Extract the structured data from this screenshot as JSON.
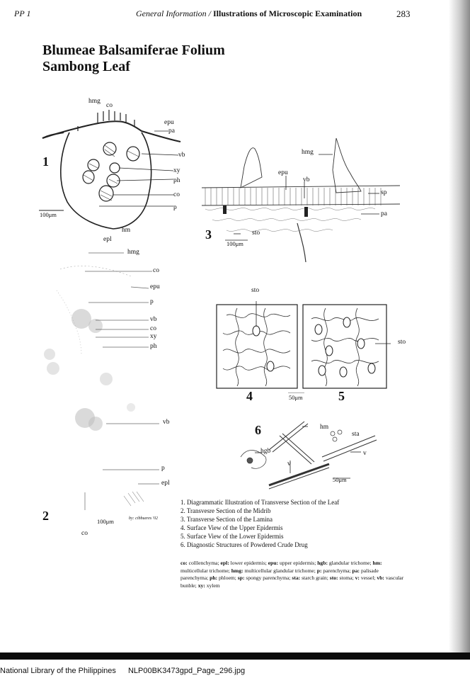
{
  "header": {
    "left": "PP 1",
    "section": "General Information /",
    "title": "Illustrations of Microscopic Examination",
    "page_number": "283"
  },
  "title_lines": [
    "Blumeae Balsamiferae Folium",
    "Sambong Leaf"
  ],
  "figure_numbers": [
    "1",
    "2",
    "3",
    "4",
    "5",
    "6"
  ],
  "fig1_labels": {
    "hmg": "hmg",
    "co": "co",
    "epu": "epu",
    "pa": "pa",
    "vb": "vb",
    "xy": "xy",
    "ph": "ph",
    "co2": "co",
    "p": "p",
    "hm": "hm",
    "epl": "epl"
  },
  "fig2_labels": {
    "hmg": "hmg",
    "co": "co",
    "epu": "epu",
    "p": "p",
    "vb": "vb",
    "co2": "co",
    "xy": "xy",
    "ph": "ph",
    "vb2": "vb",
    "p2": "p",
    "epl": "epl",
    "co3": "co"
  },
  "fig3_labels": {
    "hmg": "hmg",
    "epu": "epu",
    "vb": "vb",
    "sp": "sp",
    "pa": "pa",
    "sto": "sto"
  },
  "fig45_labels": {
    "sto_top": "sto",
    "sto_right": "sto"
  },
  "fig6_labels": {
    "hm": "hm",
    "sta": "sta",
    "hgb": "hgb",
    "v1": "v",
    "v2": "v"
  },
  "scales": {
    "fig1": "100μm",
    "fig2": "100μm",
    "fig3": "100μm",
    "fig45": "50μm",
    "fig6": "50μm"
  },
  "signature": "by: cibbueres '02",
  "captions": [
    "1. Diagrammatic Illustration of Transverse Section of the Leaf",
    "2. Transvesre Section of the Midrib",
    "3. Transverse Section of the Lamina",
    "4. Surface View of the Upper Epidermis",
    "5. Surface View of the Lower Epidermis",
    "6. Diagnostic Structures of Powdered Crude Drug"
  ],
  "legend": [
    {
      "abbr": "co:",
      "text": " colllenchyma; "
    },
    {
      "abbr": "epl:",
      "text": " lower epidermis; "
    },
    {
      "abbr": "epu:",
      "text": " upper epidermis; "
    },
    {
      "abbr": "hgb:",
      "text": " glandular trichome; "
    },
    {
      "abbr": "hm:",
      "text": " multicellular trichome; "
    },
    {
      "abbr": "hmg:",
      "text": " multicellular glandular trichome; "
    },
    {
      "abbr": "p:",
      "text": " parenchyma; "
    },
    {
      "abbr": "pa:",
      "text": " palisade parenchyma; "
    },
    {
      "abbr": "ph:",
      "text": " phloem; "
    },
    {
      "abbr": "sp:",
      "text": " spongy parenchyma; "
    },
    {
      "abbr": "sta:",
      "text": " starch grain; "
    },
    {
      "abbr": "sto:",
      "text": " stoma; "
    },
    {
      "abbr": "v:",
      "text": " vessel; "
    },
    {
      "abbr": "vb:",
      "text": " vascular bunble; "
    },
    {
      "abbr": "xy:",
      "text": " xylem"
    }
  ],
  "footer": {
    "library": "National Library of the Philippines",
    "filename": "NLP00BK3473gpd_Page_296.jpg"
  }
}
